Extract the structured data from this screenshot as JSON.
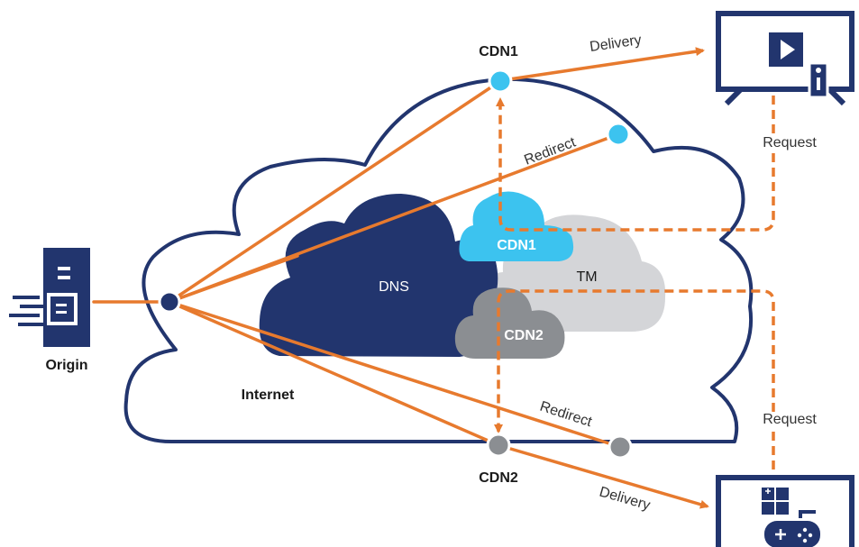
{
  "labels": {
    "cdn1_top": "CDN1",
    "cdn2_bottom": "CDN2",
    "delivery_top": "Delivery",
    "delivery_bottom": "Delivery",
    "redirect_top": "Redirect",
    "redirect_bottom": "Redirect",
    "request_top": "Request",
    "request_bottom": "Request",
    "dns": "DNS",
    "tm": "TM",
    "cdn1_cloud": "CDN1",
    "cdn2_cloud": "CDN2",
    "internet": "Internet",
    "origin": "Origin"
  },
  "colors": {
    "navy": "#22356e",
    "orange": "#e77a2e",
    "cdn1_blue": "#3cc3ef",
    "cdn2_gray": "#8b8e92",
    "tm_light": "#d4d5d8",
    "text_gray": "#333333"
  },
  "icons": {
    "origin": "server-icon",
    "top_device": "tv-play-icon",
    "bottom_device": "tv-gamepad-icon"
  }
}
